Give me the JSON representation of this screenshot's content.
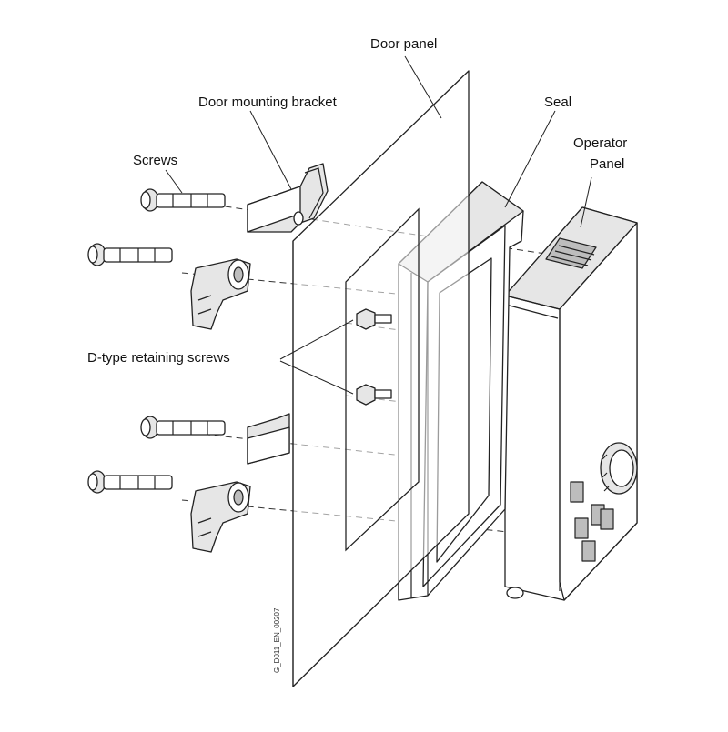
{
  "labels": {
    "door_panel": "Door panel",
    "door_mounting_bracket": "Door mounting bracket",
    "seal": "Seal",
    "operator_panel_line1": "Operator",
    "operator_panel_line2": "Panel",
    "screws": "Screws",
    "d_type_retaining_screws": "D-type retaining screws"
  },
  "drawing_code": "G_D011_EN_00207"
}
